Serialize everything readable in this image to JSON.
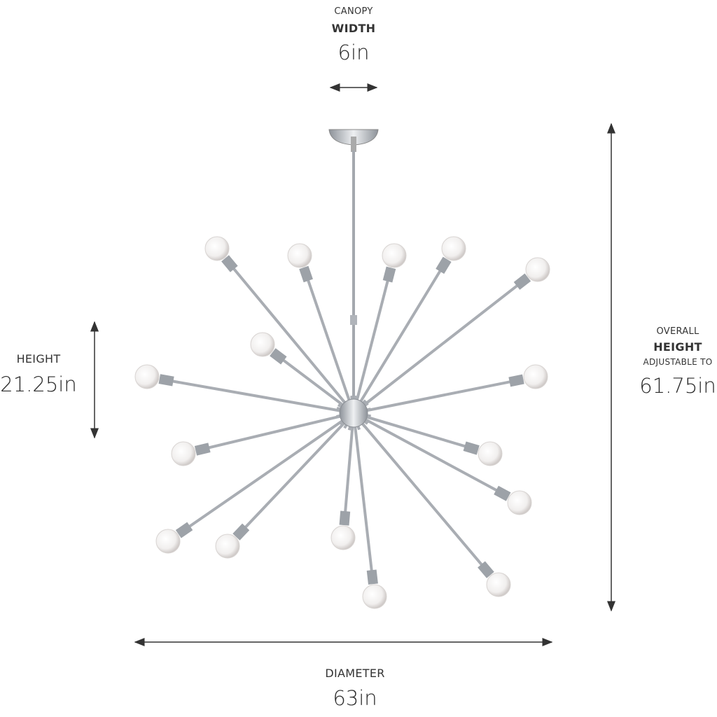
{
  "canopy": {
    "line1": "CANOPY",
    "line2": "WIDTH",
    "value": "6in"
  },
  "height": {
    "line1": "HEIGHT",
    "value": "21.25in"
  },
  "overall": {
    "line1": "OVERALL",
    "line2": "HEIGHT",
    "line3": "ADJUSTABLE TO",
    "value": "61.75in"
  },
  "diameter": {
    "line1": "DIAMETER",
    "value": "63in"
  },
  "colors": {
    "text": "#333333",
    "chrome": "#b8bcc2",
    "arrow": "#333333"
  }
}
